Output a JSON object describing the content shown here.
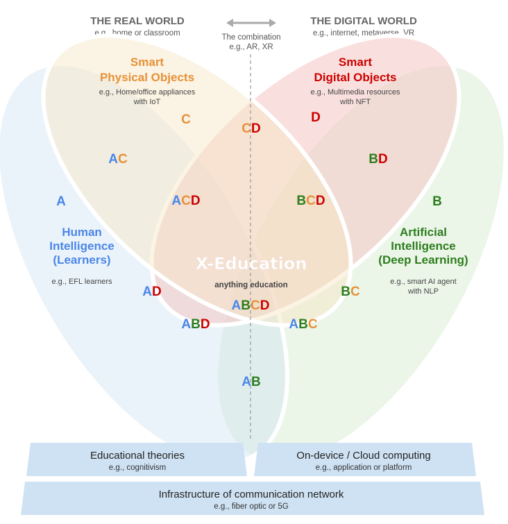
{
  "colors": {
    "A": "#4a86e8",
    "B": "#2e7d1e",
    "C": "#e69138",
    "D": "#cc0000",
    "neutral": "#555555"
  },
  "headers": {
    "real_world": {
      "title": "THE REAL WORLD",
      "example": "e.g., home or classroom"
    },
    "combination": {
      "title": "The combination",
      "example": "e.g., AR, XR"
    },
    "digital_world": {
      "title": "THE DIGITAL WORLD",
      "example": "e.g., internet, metaverse, VR"
    }
  },
  "sets": {
    "A": {
      "letter": "A",
      "title_lines": [
        "Human",
        "Intelligence",
        "(Learners)"
      ],
      "example_lines": [
        "e.g., EFL learners"
      ]
    },
    "B": {
      "letter": "B",
      "title_lines": [
        "Artificial",
        "Intelligence",
        "(Deep Learning)"
      ],
      "example_lines": [
        "e.g., smart AI agent",
        "with NLP"
      ]
    },
    "C": {
      "letter": "C",
      "title_lines": [
        "Smart",
        "Physical Objects"
      ],
      "example_lines": [
        "e.g., Home/office appliances",
        "with IoT"
      ]
    },
    "D": {
      "letter": "D",
      "title_lines": [
        "Smart",
        "Digital Objects"
      ],
      "example_lines": [
        "e.g., Multimedia resources",
        "with NFT"
      ]
    }
  },
  "regions": [
    "AC",
    "CD",
    "BD",
    "ACD",
    "BCD",
    "AD",
    "BC",
    "ABCD",
    "ABD",
    "ABC",
    "AB"
  ],
  "center": {
    "title": "X-Education",
    "subtitle": "anything education"
  },
  "foundation": {
    "left": {
      "title": "Educational theories",
      "example": "e.g., cognitivism"
    },
    "right": {
      "title": "On-device / Cloud computing",
      "example": "e.g., application or platform"
    },
    "bottom": {
      "title": "Infrastructure of communication network",
      "example": "e.g., fiber optic or 5G"
    }
  }
}
